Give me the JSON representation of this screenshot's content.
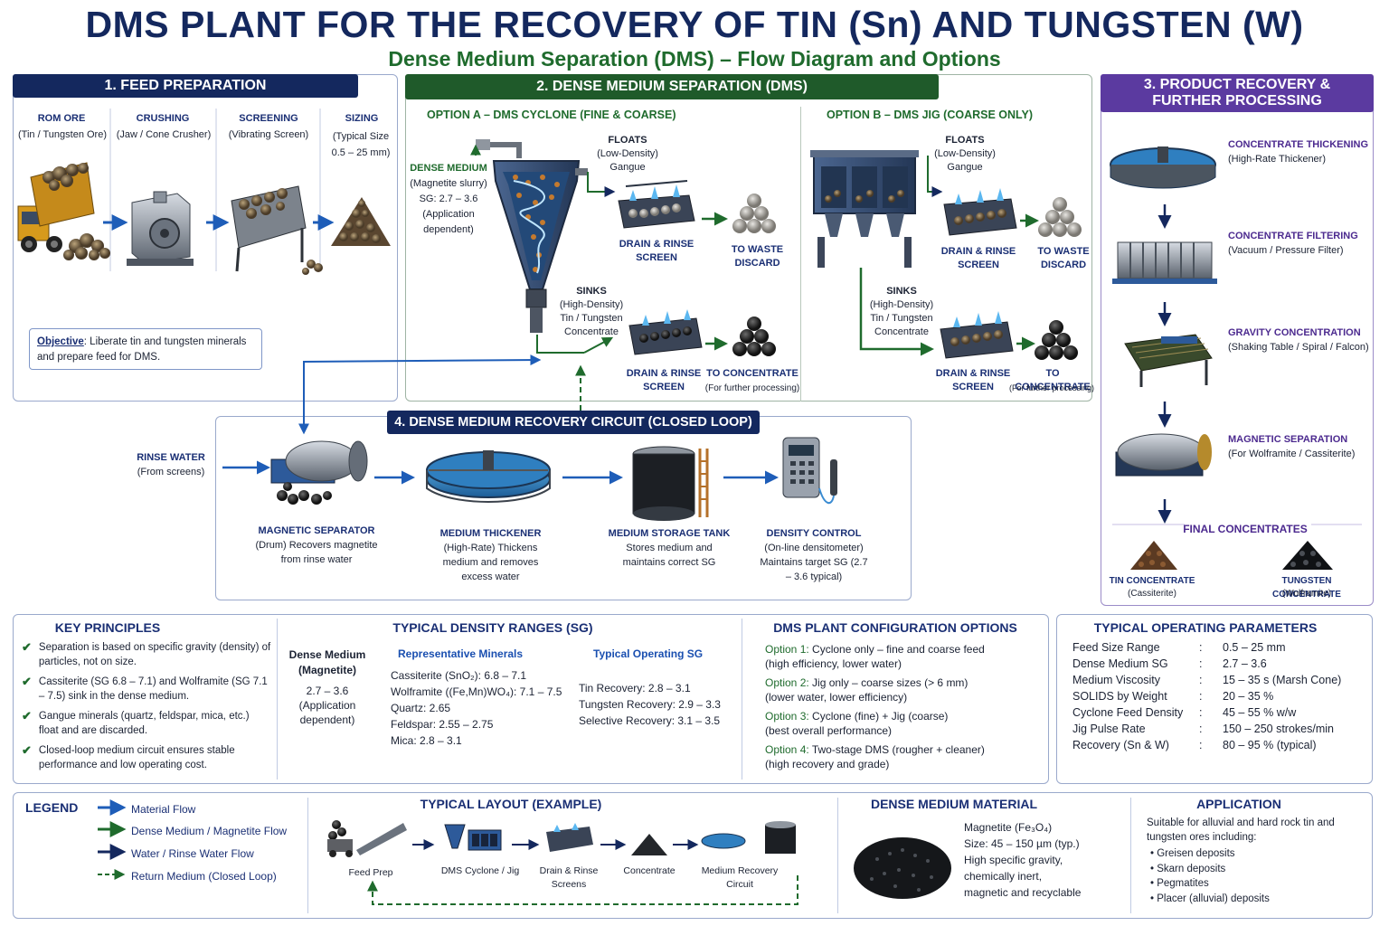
{
  "title": "DMS PLANT FOR THE RECOVERY OF TIN (Sn) AND TUNGSTEN (W)",
  "subtitle": "Dense Medium Separation (DMS) – Flow Diagram and Options",
  "feed": {
    "header": "1. FEED PREPARATION",
    "steps": [
      {
        "name": "ROM ORE",
        "desc": "(Tin / Tungsten Ore)"
      },
      {
        "name": "CRUSHING",
        "desc": "(Jaw / Cone Crusher)"
      },
      {
        "name": "SCREENING",
        "desc": "(Vibrating Screen)"
      },
      {
        "name": "SIZING",
        "desc": "(Typical Size 0.5 – 25 mm)"
      }
    ],
    "objective_label": "Objective",
    "objective_text": ": Liberate tin and tungsten minerals and prepare feed for DMS."
  },
  "dms": {
    "header": "2. DENSE MEDIUM SEPARATION (DMS)",
    "option_a": "OPTION A – DMS CYCLONE (FINE & COARSE)",
    "option_b": "OPTION B – DMS JIG (COARSE ONLY)",
    "dense_medium_label": "DENSE MEDIUM",
    "dense_medium_desc": "(Magnetite slurry) SG: 2.7 – 3.6 (Application dependent)",
    "floats_label": "FLOATS",
    "floats_desc": "(Low-Density) Gangue",
    "sinks_label": "SINKS",
    "sinks_desc": "(High-Density) Tin / Tungsten Concentrate",
    "drain_rinse": "DRAIN & RINSE SCREEN",
    "to_waste": "TO WASTE DISCARD",
    "to_concentrate": "TO CONCENTRATE",
    "further": "(For further processing)"
  },
  "product": {
    "header": "3. PRODUCT RECOVERY & FURTHER PROCESSING",
    "steps": [
      {
        "name": "CONCENTRATE THICKENING",
        "desc": "(High-Rate Thickener)"
      },
      {
        "name": "CONCENTRATE FILTERING",
        "desc": "(Vacuum / Pressure Filter)"
      },
      {
        "name": "GRAVITY CONCENTRATION",
        "desc": "(Shaking Table / Spiral / Falcon)"
      },
      {
        "name": "MAGNETIC SEPARATION",
        "desc": "(For Wolframite / Cassiterite)"
      }
    ],
    "final_label": "FINAL CONCENTRATES",
    "tin": {
      "name": "TIN CONCENTRATE",
      "desc": "(Cassiterite)"
    },
    "tungsten": {
      "name": "TUNGSTEN CONCENTRATE",
      "desc": "(Wolframite)"
    }
  },
  "recovery": {
    "header": "4. DENSE MEDIUM RECOVERY CIRCUIT (CLOSED LOOP)",
    "rinse_water": "RINSE WATER",
    "rinse_from": "(From screens)",
    "units": [
      {
        "name": "MAGNETIC SEPARATOR",
        "desc": "(Drum) Recovers magnetite from rinse water"
      },
      {
        "name": "MEDIUM THICKENER",
        "desc": "(High-Rate) Thickens medium and removes excess water"
      },
      {
        "name": "MEDIUM STORAGE TANK",
        "desc": "Stores medium and maintains correct SG"
      },
      {
        "name": "DENSITY CONTROL",
        "desc": "(On-line densitometer) Maintains target SG (2.7 – 3.6 typical)"
      }
    ]
  },
  "key_principles": {
    "title": "KEY PRINCIPLES",
    "items": [
      "Separation is based on specific gravity (density) of particles, not on size.",
      "Cassiterite (SG 6.8 – 7.1) and Wolframite (SG 7.1 – 7.5) sink in the dense medium.",
      "Gangue minerals (quartz, feldspar, mica, etc.) float and are discarded.",
      "Closed-loop medium circuit ensures stable performance and low operating cost."
    ]
  },
  "density": {
    "title": "TYPICAL DENSITY RANGES (SG)",
    "dm_title": "Dense Medium (Magnetite)",
    "dm_value": "2.7 – 3.6 (Application dependent)",
    "rep_title": "Representative Minerals",
    "minerals": [
      "Cassiterite (SnO₂):   6.8 – 7.1",
      "Wolframite ((Fe,Mn)WO₄): 7.1 – 7.5",
      "Quartz:  2.65",
      "Feldspar:  2.55 – 2.75",
      "Mica:  2.8 – 3.1"
    ],
    "op_title": "Typical Operating SG",
    "op": [
      "Tin Recovery:  2.8 – 3.1",
      "Tungsten Recovery:  2.9 – 3.3",
      "Selective Recovery:  3.1 – 3.5"
    ]
  },
  "config": {
    "title": "DMS PLANT CONFIGURATION OPTIONS",
    "options": [
      {
        "label": "Option 1:",
        "text": " Cyclone only – fine and coarse feed",
        "sub": "(high efficiency, lower water)"
      },
      {
        "label": "Option 2:",
        "text": " Jig only – coarse sizes (> 6 mm)",
        "sub": "(lower water, lower efficiency)"
      },
      {
        "label": "Option 3:",
        "text": " Cyclone (fine) + Jig (coarse)",
        "sub": "(best overall performance)"
      },
      {
        "label": "Option 4:",
        "text": " Two-stage DMS (rougher + cleaner)",
        "sub": "(high recovery and grade)"
      }
    ]
  },
  "params": {
    "title": "TYPICAL OPERATING PARAMETERS",
    "rows": [
      {
        "k": "Feed Size Range",
        "v": "0.5 – 25 mm"
      },
      {
        "k": "Dense Medium SG",
        "v": "2.7 – 3.6"
      },
      {
        "k": "Medium Viscosity",
        "v": "15 – 35 s (Marsh Cone)"
      },
      {
        "k": "SOLIDS by Weight",
        "v": "20 – 35 %"
      },
      {
        "k": "Cyclone Feed Density",
        "v": "45 – 55 % w/w"
      },
      {
        "k": "Jig Pulse Rate",
        "v": "150 – 250 strokes/min"
      },
      {
        "k": "Recovery (Sn & W)",
        "v": "80 – 95 % (typical)"
      }
    ]
  },
  "legend": {
    "title": "LEGEND",
    "items": [
      {
        "label": "Material Flow",
        "color": "#1e5db8"
      },
      {
        "label": "Dense Medium / Magnetite Flow",
        "color": "#1f6b2d"
      },
      {
        "label": "Water / Rinse Water Flow",
        "color": "#14285e"
      },
      {
        "label": "Return Medium (Closed Loop)",
        "color": "#1f6b2d"
      }
    ]
  },
  "layout": {
    "title": "TYPICAL LAYOUT (EXAMPLE)",
    "items": [
      "Feed Prep",
      "DMS Cyclone / Jig",
      "Drain & Rinse Screens",
      "Concentrate",
      "Medium Recovery Circuit"
    ]
  },
  "material": {
    "title": "DENSE MEDIUM MATERIAL",
    "lines": [
      "Magnetite (Fe₃O₄)",
      "Size: 45 – 150 µm (typ.)",
      "High specific gravity,",
      "chemically inert,",
      "magnetic and recyclable"
    ]
  },
  "application": {
    "title": "APPLICATION",
    "intro": "Suitable for alluvial and hard rock tin and tungsten ores including:",
    "items": [
      "Greisen deposits",
      "Skarn deposits",
      "Pegmatites",
      "Placer (alluvial) deposits"
    ]
  },
  "colors": {
    "navy": "#14285e",
    "green": "#1f6b2d",
    "purple": "#5b3aa0",
    "blue": "#1e5db8"
  }
}
